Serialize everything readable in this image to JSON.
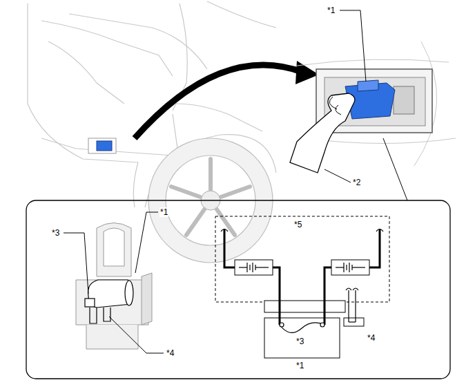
{
  "diagram": {
    "labels": [
      "*1",
      "*2",
      "*1",
      "*3",
      "*5",
      "*3",
      "*4",
      "*4",
      "*1"
    ]
  }
}
